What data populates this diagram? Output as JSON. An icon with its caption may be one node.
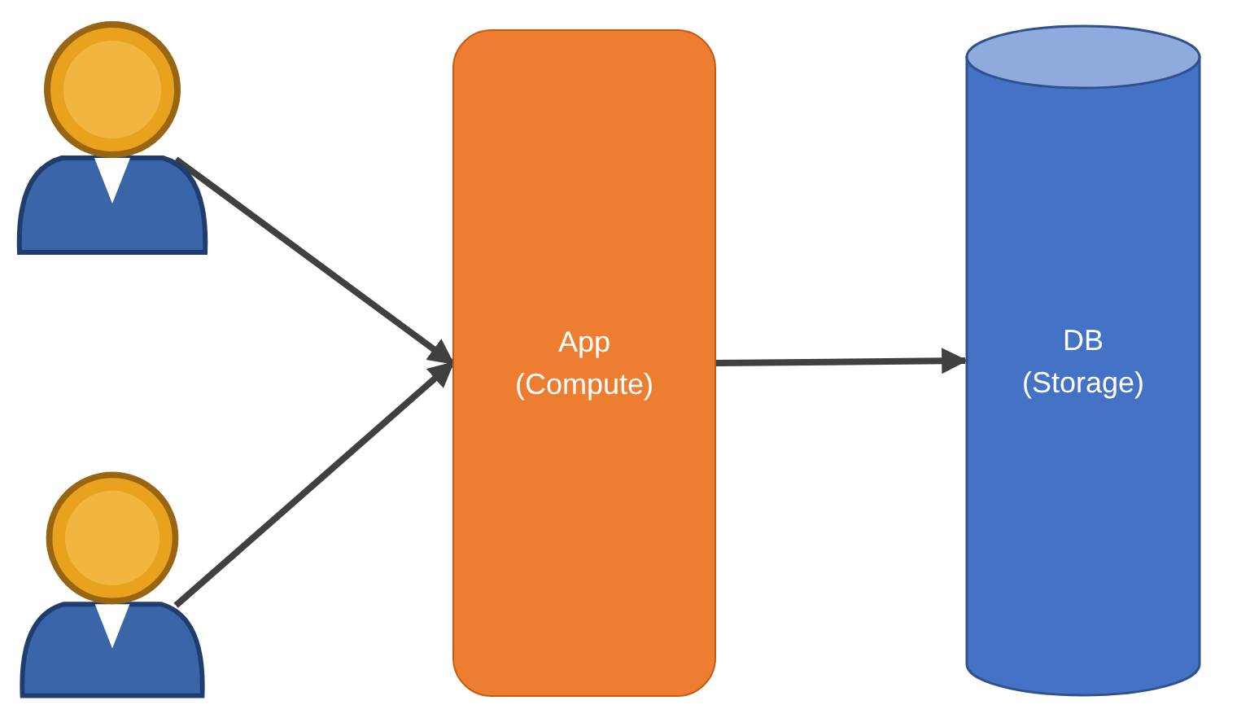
{
  "diagram": {
    "nodes": [
      {
        "text": [],
        "shape": "person"
      },
      {
        "text": [],
        "shape": "person"
      },
      {
        "text": [
          "App (Compute)"
        ]
      },
      {
        "text": [
          "DB (Storage)"
        ]
      }
    ],
    "edges": [
      {
        "from": 0,
        "to": 2,
        "arrow": "to"
      },
      {
        "from": 1,
        "to": 2,
        "arrow": "to"
      },
      {
        "from": 2,
        "to": 3,
        "arrow": "to"
      }
    ]
  }
}
